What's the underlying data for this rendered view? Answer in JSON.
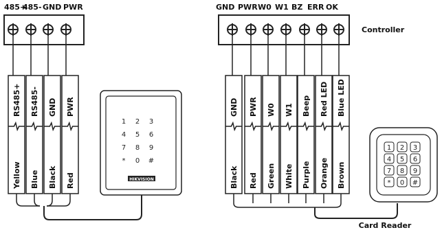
{
  "left_terminal": {
    "pins": [
      "485+",
      "485-",
      "GND",
      "PWR"
    ]
  },
  "left_wires": [
    {
      "signal": "RS485+",
      "color": "Yellow"
    },
    {
      "signal": "RS485-",
      "color": "Blue"
    },
    {
      "signal": "GND",
      "color": "Black"
    },
    {
      "signal": "PWR",
      "color": "Red"
    }
  ],
  "left_reader": {
    "keys": [
      "1",
      "2",
      "3",
      "4",
      "5",
      "6",
      "7",
      "8",
      "9",
      "*",
      "0",
      "#"
    ],
    "logo": "HIKVISION"
  },
  "right_terminal": {
    "pins": [
      "GND",
      "PWR",
      "W0",
      "W1",
      "BZ",
      "ERR",
      "OK"
    ],
    "label": "Controller"
  },
  "right_wires": [
    {
      "signal": "GND",
      "color": "Black"
    },
    {
      "signal": "PWR",
      "color": "Red"
    },
    {
      "signal": "W0",
      "color": "Green"
    },
    {
      "signal": "W1",
      "color": "White"
    },
    {
      "signal": "Beep",
      "color": "Purple"
    },
    {
      "signal": "Red LED",
      "color": "Orange"
    },
    {
      "signal": "Blue LED",
      "color": "Brown"
    }
  ],
  "right_reader": {
    "keys": [
      "1",
      "2",
      "3",
      "4",
      "5",
      "6",
      "7",
      "8",
      "9",
      "*",
      "0",
      "#"
    ],
    "label": "Card Reader"
  },
  "colors": {
    "line": "#222222",
    "background": "#ffffff"
  }
}
